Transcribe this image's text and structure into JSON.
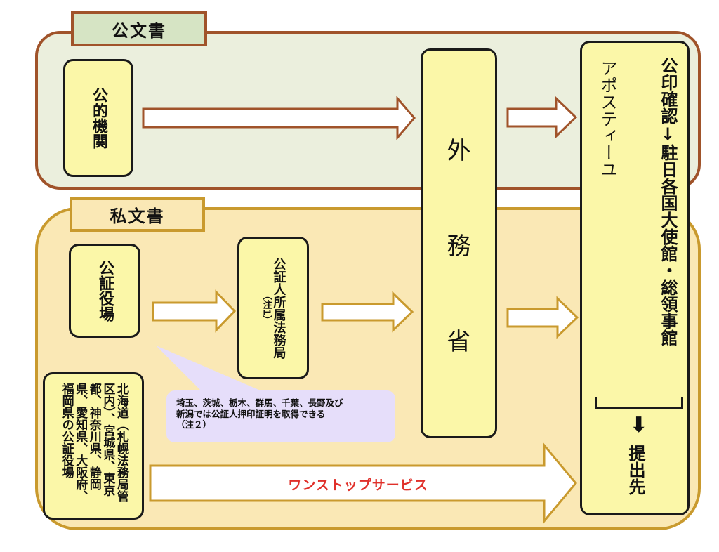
{
  "groups": {
    "public": {
      "label": "公文書"
    },
    "private": {
      "label": "私文書"
    }
  },
  "nodes": {
    "public_agency": "公的機関",
    "notary_office": "公証役場",
    "legal_affairs_bureau": {
      "main": "公証人所属法務局",
      "note": "（注1）"
    },
    "mofa": [
      "外",
      "務",
      "省"
    ],
    "apostille": "アポスティーユ",
    "embassy": "公印確認↓駐日各国大使館・総領事館",
    "submission": {
      "arrow": "⬇",
      "label": "提出先"
    },
    "onestop_source": "北海道（札幌法務局管区内）、宮城県、東京都、神奈川県、静岡県、愛知県、大阪府、福岡県の公証役場"
  },
  "callout": {
    "lines": [
      "埼玉、茨城、栃木、群馬、千葉、長野及び",
      "新潟では公証人押印証明を取得できる",
      "（注２）"
    ]
  },
  "edges": {
    "onestop_label": "ワンストップサービス"
  },
  "colors": {
    "public_border": "#a0532a",
    "private_border": "#c99a2e",
    "box_fill": "#fbf7a8",
    "onestop_text": "#e0302a",
    "callout_fill": "#e6defa"
  }
}
